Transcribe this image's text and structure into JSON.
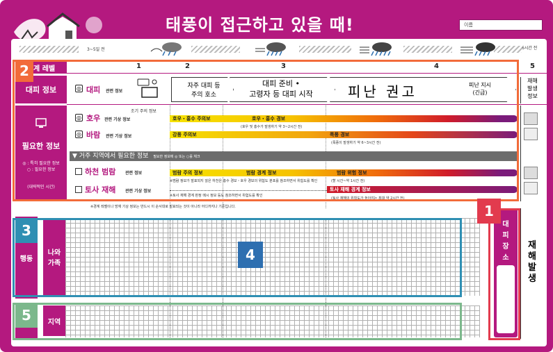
{
  "header": {
    "title": "태풍이 접근하고 있을 때!",
    "name_label": "이름",
    "timeline_start": "3~5일 전",
    "timeline_end": "6시간 전"
  },
  "levels": {
    "label": "경계 레벨",
    "items": [
      "1",
      "2",
      "3",
      "4",
      "5"
    ]
  },
  "evac_info": {
    "label": "대피 정보",
    "icon_label": "대피",
    "icon_sub": "관련 정보",
    "l2": "자주 대피 등\n주의 호소",
    "l3": "대피 준비 •\n고령자 등 대피 시작",
    "l4": "피난 권고",
    "l4b": "피난 지시\n(긴급)",
    "l5": "재해\n발생\n정보"
  },
  "needed_info": {
    "label": "필요한 정보",
    "legend_1": "◎ : 특히 필요한 정보",
    "legend_2": "○ : 필요한 정보",
    "legend_3": "(대략적인 시간)",
    "section_head": "▼ 거주 지역에서 필요한 정보",
    "section_head_small": "필요한 정보에 ◎ 또는 ○를 체크",
    "rows": [
      {
        "name": "호우",
        "sub": "관련 기상 정보",
        "early": "조기 주의 정보",
        "b1": "호우・홍수 주의보",
        "b2": "호우・홍수 경보",
        "note": "(호우 및 홍수가 발생하기 약 3~2시간 전)"
      },
      {
        "name": "바람",
        "sub": "관련 기상 정보",
        "b1": "강풍 주의보",
        "b2": "폭풍 경보",
        "note": "(폭풍이 발생하기 약 6~3시간 전)"
      },
      {
        "name": "하천 범람",
        "sub": "관련 정보",
        "b1": "범람 주의 정보",
        "b2": "범람 경계 정보",
        "b3": "범람 위험 정보",
        "note1": "※범람 정보가 발표되지 않은 하천은 홍수 경보・호우 경보의 위험도 분포를 참조하면서 위험도를 확인",
        "note2": "(할 시간~약 1시간 전)"
      },
      {
        "name": "토사 재해",
        "sub": "관련 기상 정보",
        "b1": "토사 재해 경계 정보",
        "note1": "※토사 재해 경계 판정 메시 정보 등도 참조하면서 위험도를 확인",
        "note2": "(토사 재해의 위험도가 높아지는 최대 약 2시간 전)"
      }
    ]
  },
  "footnote": "※경계 레벨이나 방재 기상 정보는 반드시 이 순서대로 발표되는 것이 아니라 어디까지나 기준입니다.",
  "action": {
    "label": "행동",
    "me_family": "나와\n가족",
    "area": "지역",
    "evac_place": "대피장소",
    "disaster": "재해\n발생"
  },
  "markers": [
    "1",
    "2",
    "3",
    "4",
    "5"
  ],
  "colors": {
    "magenta": "#b4197f",
    "orange": "#f26b3a",
    "teal": "#2f8fb3",
    "green": "#7cb88c",
    "red": "#e23b4e",
    "blue": "#2e6fb0"
  }
}
